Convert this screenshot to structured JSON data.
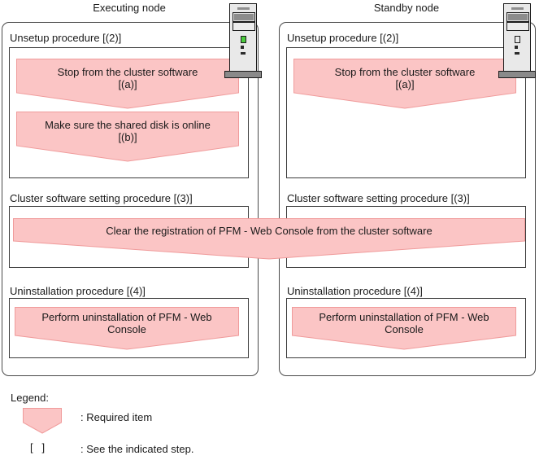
{
  "figure": {
    "nodes": [
      {
        "title": "Executing node",
        "unsetup": {
          "label": "Unsetup procedure [(2)]",
          "steps": [
            "Stop from the cluster software\n[(a)]",
            "Make sure the shared disk is online\n[(b)]"
          ]
        },
        "cluster_setting": {
          "label": "Cluster software setting procedure [(3)]"
        },
        "uninstall": {
          "label": "Uninstallation procedure [(4)]",
          "steps": [
            "Perform uninstallation of PFM - Web\nConsole"
          ]
        }
      },
      {
        "title": "Standby node",
        "unsetup": {
          "label": "Unsetup procedure [(2)]",
          "steps": [
            "Stop from the cluster software\n[(a)]"
          ]
        },
        "cluster_setting": {
          "label": "Cluster software setting procedure [(3)]"
        },
        "uninstall": {
          "label": "Uninstallation procedure [(4)]",
          "steps": [
            "Perform uninstallation of PFM - Web\nConsole"
          ]
        }
      }
    ],
    "shared_step": "Clear the registration of PFM - Web Console from the cluster software",
    "legend": {
      "title": "Legend:",
      "required_label": ": Required item",
      "brackets": "[   ]",
      "see_label": ": See the indicated step."
    },
    "colors": {
      "required_fill": "#fbc5c5",
      "required_border": "#f09b9b",
      "box_border": "#4a4a4a",
      "led_green": "#4ccb3f"
    }
  }
}
